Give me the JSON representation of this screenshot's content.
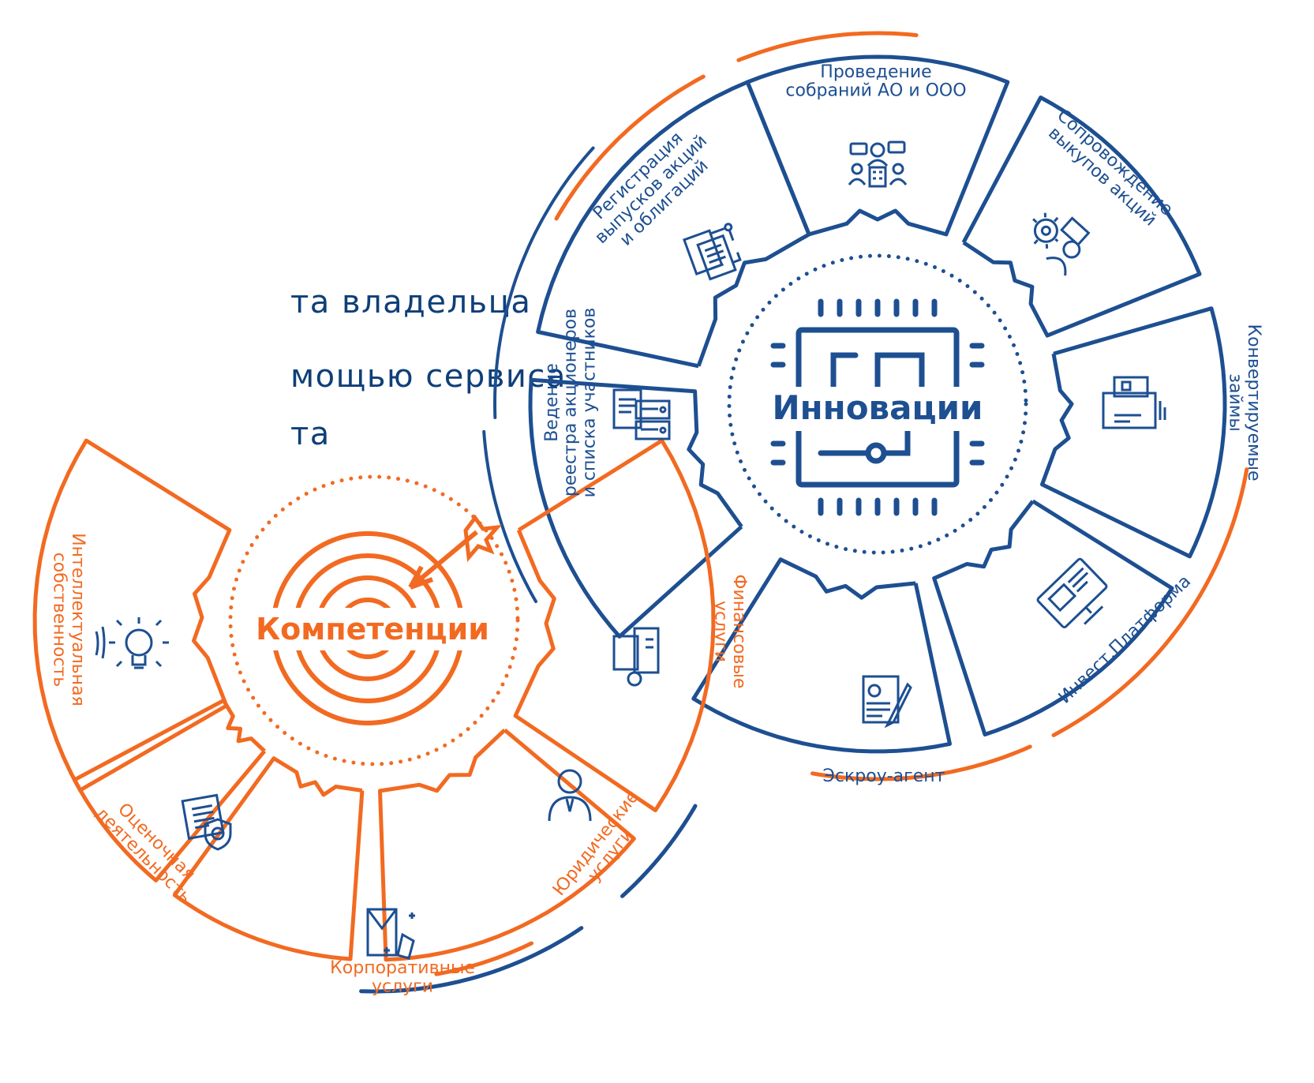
{
  "header_lines": [
    "та владельца",
    "мощью сервиса",
    "та"
  ],
  "innovations": {
    "center_title": "Инновации",
    "sectors": [
      {
        "name": "meetings",
        "lines": [
          "Проведение",
          "собраний АО и ООО"
        ]
      },
      {
        "name": "buyback",
        "lines": [
          "Сопровождение",
          "выкупов акций"
        ]
      },
      {
        "name": "convertible-loans",
        "lines": [
          "Конвертируемые",
          "займы"
        ]
      },
      {
        "name": "invest-platform",
        "lines": [
          "Инвест.Платформа"
        ]
      },
      {
        "name": "escrow",
        "lines": [
          "Эскроу-агент"
        ]
      },
      {
        "name": "registry",
        "lines": [
          "Ведение",
          "реестра акционеров",
          "и списка участников"
        ]
      },
      {
        "name": "issue-registration",
        "lines": [
          "Регистрация",
          "выпусков акций",
          "и облигаций"
        ]
      }
    ]
  },
  "competencies": {
    "center_title": "Компетенции",
    "sectors": [
      {
        "name": "intellectual-property",
        "lines": [
          "Интеллектуальная",
          "собственность"
        ]
      },
      {
        "name": "financial-services",
        "lines": [
          "Финансовые",
          "услуги"
        ]
      },
      {
        "name": "legal-services",
        "lines": [
          "Юридические",
          "услуги"
        ]
      },
      {
        "name": "corporate-services",
        "lines": [
          "Корпоративные",
          "услуги"
        ]
      },
      {
        "name": "valuation",
        "lines": [
          "Оценочная",
          "деятельность"
        ]
      }
    ]
  },
  "colors": {
    "blue": "#1d4f91",
    "orange": "#f26a21",
    "header": "#0e3f78"
  }
}
